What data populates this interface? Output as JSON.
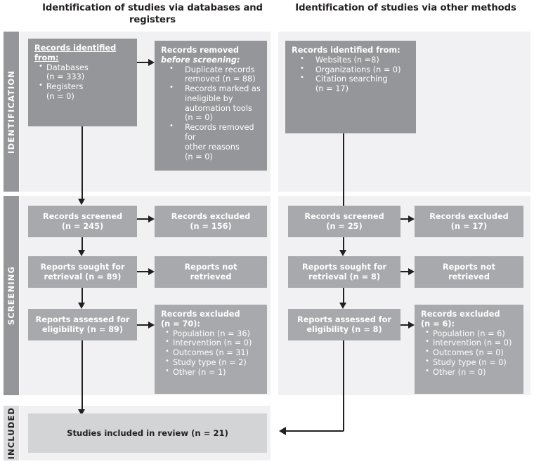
{
  "headers": {
    "left": "Identification of studies via databases and registers",
    "right": "Identification of studies via other methods"
  },
  "stages": {
    "identification": "IDENTIFICATION",
    "screening": "SCREENING",
    "included": "INCLUDED"
  },
  "left_column": {
    "records_identified": {
      "title": "Records identified",
      "title2": "from:",
      "items": [
        "Databases",
        "(n = 333)",
        "Registers",
        "(n = 0)"
      ],
      "bullets": [
        {
          "line1": "Databases",
          "line2": "(n = 333)"
        },
        {
          "line1": "Registers",
          "line2": "(n = 0)"
        }
      ]
    },
    "records_removed": {
      "title": "Records removed",
      "subtitle": "before screening:",
      "bullets": [
        {
          "line1": "Duplicate records",
          "line2": "removed (n = 88)"
        },
        {
          "line1": "Records marked as",
          "line2": "ineligible by",
          "line3": "automation tools",
          "line4": "(n = 0)"
        },
        {
          "line1": "Records removed for",
          "line2": "other reasons",
          "line3": "(n = 0)"
        }
      ]
    },
    "records_screened": "Records screened\n(n = 245)",
    "records_screened_l1": "Records screened",
    "records_screened_l2": "(n = 245)",
    "records_excluded_1_l1": "Records excluded",
    "records_excluded_1_l2": "(n = 156)",
    "reports_sought_l1": "Reports sought for",
    "reports_sought_l2": "retrieval (n = 89)",
    "reports_not_retrieved_l1": "Reports not",
    "reports_not_retrieved_l2": "retrieved",
    "reports_assessed_l1": "Reports assessed for",
    "reports_assessed_l2": "eligibility (n = 89)",
    "records_excluded_2": {
      "title": "Records excluded",
      "count": "(n = 70):",
      "bullets": [
        "Population (n = 36)",
        "Intervention (n = 0)",
        "Outcomes (n = 31)",
        "Study type (n =  2)",
        "Other  (n = 1)"
      ]
    }
  },
  "right_column": {
    "records_identified": {
      "title": "Records identified from:",
      "bullets": [
        {
          "line1": "Websites (n =8)"
        },
        {
          "line1": "Organizations (n = 0)"
        },
        {
          "line1": "Citation searching",
          "line2": "(n = 17)"
        }
      ]
    },
    "records_screened_l1": "Records screened",
    "records_screened_l2": "(n = 25)",
    "records_excluded_1_l1": "Records excluded",
    "records_excluded_1_l2": "(n = 17)",
    "reports_sought_l1": "Reports sought for",
    "reports_sought_l2": "retrieval (n = 8)",
    "reports_not_retrieved_l1": "Reports not",
    "reports_not_retrieved_l2": "retrieved",
    "reports_assessed_l1": "Reports assessed for",
    "reports_assessed_l2": "eligibility (n = 8)",
    "records_excluded_2": {
      "title": "Records excluded",
      "count": "(n = 6):",
      "bullets": [
        "Population (n = 6)",
        "Intervention (n = 0)",
        "Outcomes (n = 0)",
        "Study type (n = 0)",
        "Other (n = 0)"
      ]
    }
  },
  "included": {
    "studies_included": "Studies included in review (n = 21)"
  },
  "colors": {
    "box_dark": "#949699",
    "box_mid": "#a7a9ac",
    "box_light": "#d3d4d6",
    "band_bg": "#f1f1f3",
    "connector": "#231f20",
    "sidebar_dark": "#949699",
    "sidebar_light": "#dcdcde"
  }
}
